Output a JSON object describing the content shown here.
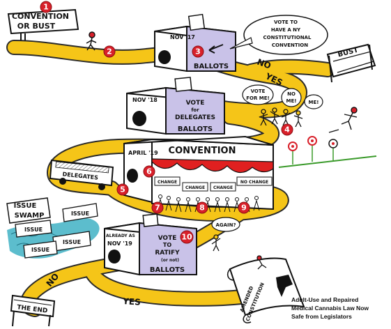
{
  "signs": {
    "start": [
      "CONVENTION",
      "OR BUST"
    ],
    "bust": "BUST",
    "the_end": "THE END"
  },
  "road_labels": {
    "no_top": "NO",
    "yes_top": "YES",
    "no_bottom": "NO",
    "yes_bottom": "YES"
  },
  "boxes": {
    "box1": {
      "date": "NOV '17",
      "label": "BALLOTS"
    },
    "box2": {
      "date": "NOV '18",
      "title": [
        "VOTE",
        "for",
        "DELEGATES"
      ],
      "label": "BALLOTS"
    },
    "box3": {
      "date": [
        "ALREADY AS",
        "NOV '19"
      ],
      "title": [
        "VOTE",
        "TO",
        "RATIFY",
        "(or not)"
      ],
      "label": "BALLOTS"
    }
  },
  "speech": {
    "vote_bubble": [
      "VOTE TO",
      "HAVE A NY",
      "CONSTITUTIONAL",
      "CONVENTION"
    ],
    "vote_for_me": [
      "VOTE",
      "FOR ME!"
    ],
    "no_me": [
      "NO",
      "ME!"
    ],
    "me": "ME!",
    "again": "AGAIN?"
  },
  "bus": "DELEGATES",
  "convention": {
    "title": "CONVENTION",
    "date": "APRIL '19",
    "signs": [
      "CHANGE",
      "CHANGE",
      "CHANGE",
      "NO CHANGE"
    ]
  },
  "issues": {
    "swamp": [
      "ISSUE",
      "SWAMP"
    ],
    "items": [
      "ISSUE",
      "ISSUE",
      "ISSUE",
      "ISSUE"
    ]
  },
  "scroll": [
    "AMENDED",
    "CONSTITUTION"
  ],
  "markers": [
    "1",
    "2",
    "3",
    "4",
    "5",
    "6",
    "7",
    "8",
    "9",
    "10"
  ],
  "caption": [
    "Adult-Use and Repaired",
    "Medical Cannabis Law Now",
    "Safe from Legislators"
  ],
  "colors": {
    "road": "#f5c518",
    "road_edge": "#2a2a2a",
    "ballot_box": "#c9c2e8",
    "marker": "#d8202a",
    "awning": "#e02020",
    "water": "#3fb2c4"
  }
}
